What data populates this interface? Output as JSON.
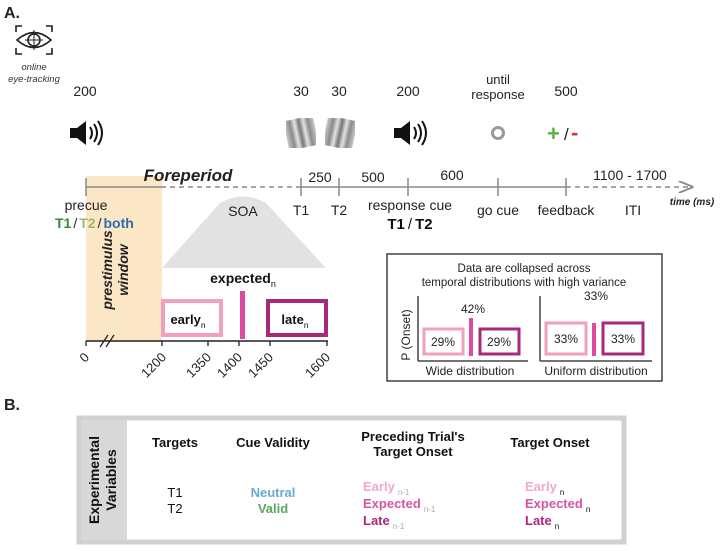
{
  "panel_a": {
    "label": "A.",
    "eye_tracking_line1": "online",
    "eye_tracking_line2": "eye-tracking",
    "durations": {
      "precue": "200",
      "t1_stim": "30",
      "t2_stim": "30",
      "response_cue": "200",
      "go_cue_line1": "until",
      "go_cue_line2": "response",
      "feedback": "500"
    },
    "feedback_separator": "/",
    "feedback_correct_glyph": "+",
    "feedback_incorrect_glyph": "-",
    "foreperiod": "Foreperiod",
    "intervals": {
      "t1_t2": "250",
      "t2_resp": "500",
      "resp_go": "600",
      "iti": "1100 - 1700"
    },
    "time_label": "time (ms)",
    "events": {
      "precue": "precue",
      "t1": "T1",
      "t2": "T2",
      "response_cue": "response cue",
      "go_cue": "go cue",
      "feedback": "feedback",
      "iti": "ITI"
    },
    "precue_options": {
      "t1": "T1",
      "sep1": "/",
      "t2": "T2",
      "sep2": "/",
      "both": "both"
    },
    "response_options": {
      "t1": "T1",
      "sep": "/",
      "t2": "T2"
    },
    "soa": "SOA",
    "prestimulus_window_line1": "prestimulus",
    "prestimulus_window_line2": "window",
    "expected": "expected",
    "early": "early",
    "late": "late",
    "subscript_n": "n",
    "ticks": [
      "0",
      "1200",
      "1350",
      "1400",
      "1450",
      "1600"
    ],
    "inset": {
      "title_line1": "Data are collapsed across",
      "title_line2": "temporal distributions with high variance",
      "ylabel": "P (Onset)",
      "wide": {
        "label": "Wide distribution",
        "early": "29%",
        "expected": "42%",
        "late": "29%"
      },
      "uniform": {
        "label": "Uniform distribution",
        "early": "33%",
        "expected": "33%",
        "late": "33%"
      }
    },
    "colors": {
      "early": "#f29fc0",
      "expected": "#de4aa0",
      "late": "#a8287e",
      "t1": "#2f8a3c",
      "t2": "#9bb76a",
      "both": "#2c6db0",
      "prestimulus": "#fbe6c6",
      "soa_shape": "#e0e0e0",
      "correct": "#5ab13f",
      "incorrect": "#e0303a"
    }
  },
  "panel_b": {
    "label": "B.",
    "side_label_line1": "Experimental",
    "side_label_line2": "Variables",
    "headers": {
      "targets": "Targets",
      "cue_validity": "Cue Validity",
      "preceding_line1": "Preceding Trial's",
      "preceding_line2": "Target Onset",
      "target_onset": "Target Onset"
    },
    "targets": [
      "T1",
      "T2"
    ],
    "cue_validity": [
      {
        "label": "Neutral",
        "color": "#6aa8d6"
      },
      {
        "label": "Valid",
        "color": "#5aa760"
      }
    ],
    "preceding": [
      {
        "label": "Early",
        "sub": "n-1",
        "color": "#f1a8cc"
      },
      {
        "label": "Expected",
        "sub": "n-1",
        "color": "#d6569f"
      },
      {
        "label": "Late",
        "sub": "n-1",
        "color": "#a8287e"
      }
    ],
    "onset": [
      {
        "label": "Early",
        "sub": "n",
        "color": "#f1a8cc"
      },
      {
        "label": "Expected",
        "sub": "n",
        "color": "#d6569f"
      },
      {
        "label": "Late",
        "sub": "n",
        "color": "#a8287e"
      }
    ]
  }
}
